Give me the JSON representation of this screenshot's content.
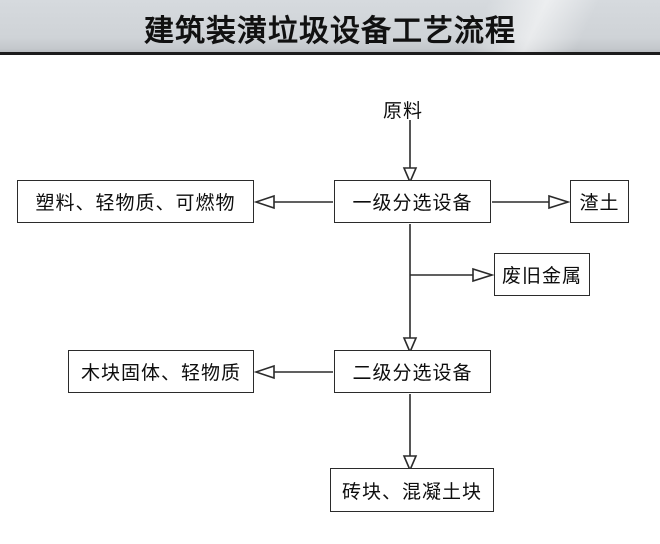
{
  "header": {
    "title": "建筑装潢垃圾设备工艺流程"
  },
  "chart_data": {
    "type": "diagram",
    "title": "建筑装潢垃圾设备工艺流程",
    "nodes": [
      {
        "id": "raw-material",
        "label": "原料",
        "shape": "text"
      },
      {
        "id": "primary-sorter",
        "label": "一级分选设备",
        "shape": "rect"
      },
      {
        "id": "light-waste",
        "label": "塑料、轻物质、可燃物",
        "shape": "rect"
      },
      {
        "id": "slag-soil",
        "label": "渣土",
        "shape": "rect"
      },
      {
        "id": "scrap-metal",
        "label": "废旧金属",
        "shape": "rect"
      },
      {
        "id": "secondary-sorter",
        "label": "二级分选设备",
        "shape": "rect"
      },
      {
        "id": "wood-solids",
        "label": "木块固体、轻物质",
        "shape": "rect"
      },
      {
        "id": "brick-concrete",
        "label": "砖块、混凝土块",
        "shape": "rect"
      }
    ],
    "edges": [
      {
        "from": "raw-material",
        "to": "primary-sorter",
        "direction": "down"
      },
      {
        "from": "primary-sorter",
        "to": "light-waste",
        "direction": "left"
      },
      {
        "from": "primary-sorter",
        "to": "slag-soil",
        "direction": "right"
      },
      {
        "from": "primary-sorter",
        "to": "scrap-metal",
        "direction": "right"
      },
      {
        "from": "primary-sorter",
        "to": "secondary-sorter",
        "direction": "down"
      },
      {
        "from": "secondary-sorter",
        "to": "wood-solids",
        "direction": "left"
      },
      {
        "from": "secondary-sorter",
        "to": "brick-concrete",
        "direction": "down"
      }
    ],
    "colors": {
      "line": "#2b2b2b",
      "box_fill": "#ffffff",
      "text": "#0d0d0d",
      "header_bg": "#d2d6da",
      "header_border": "#1c1c1c"
    }
  }
}
